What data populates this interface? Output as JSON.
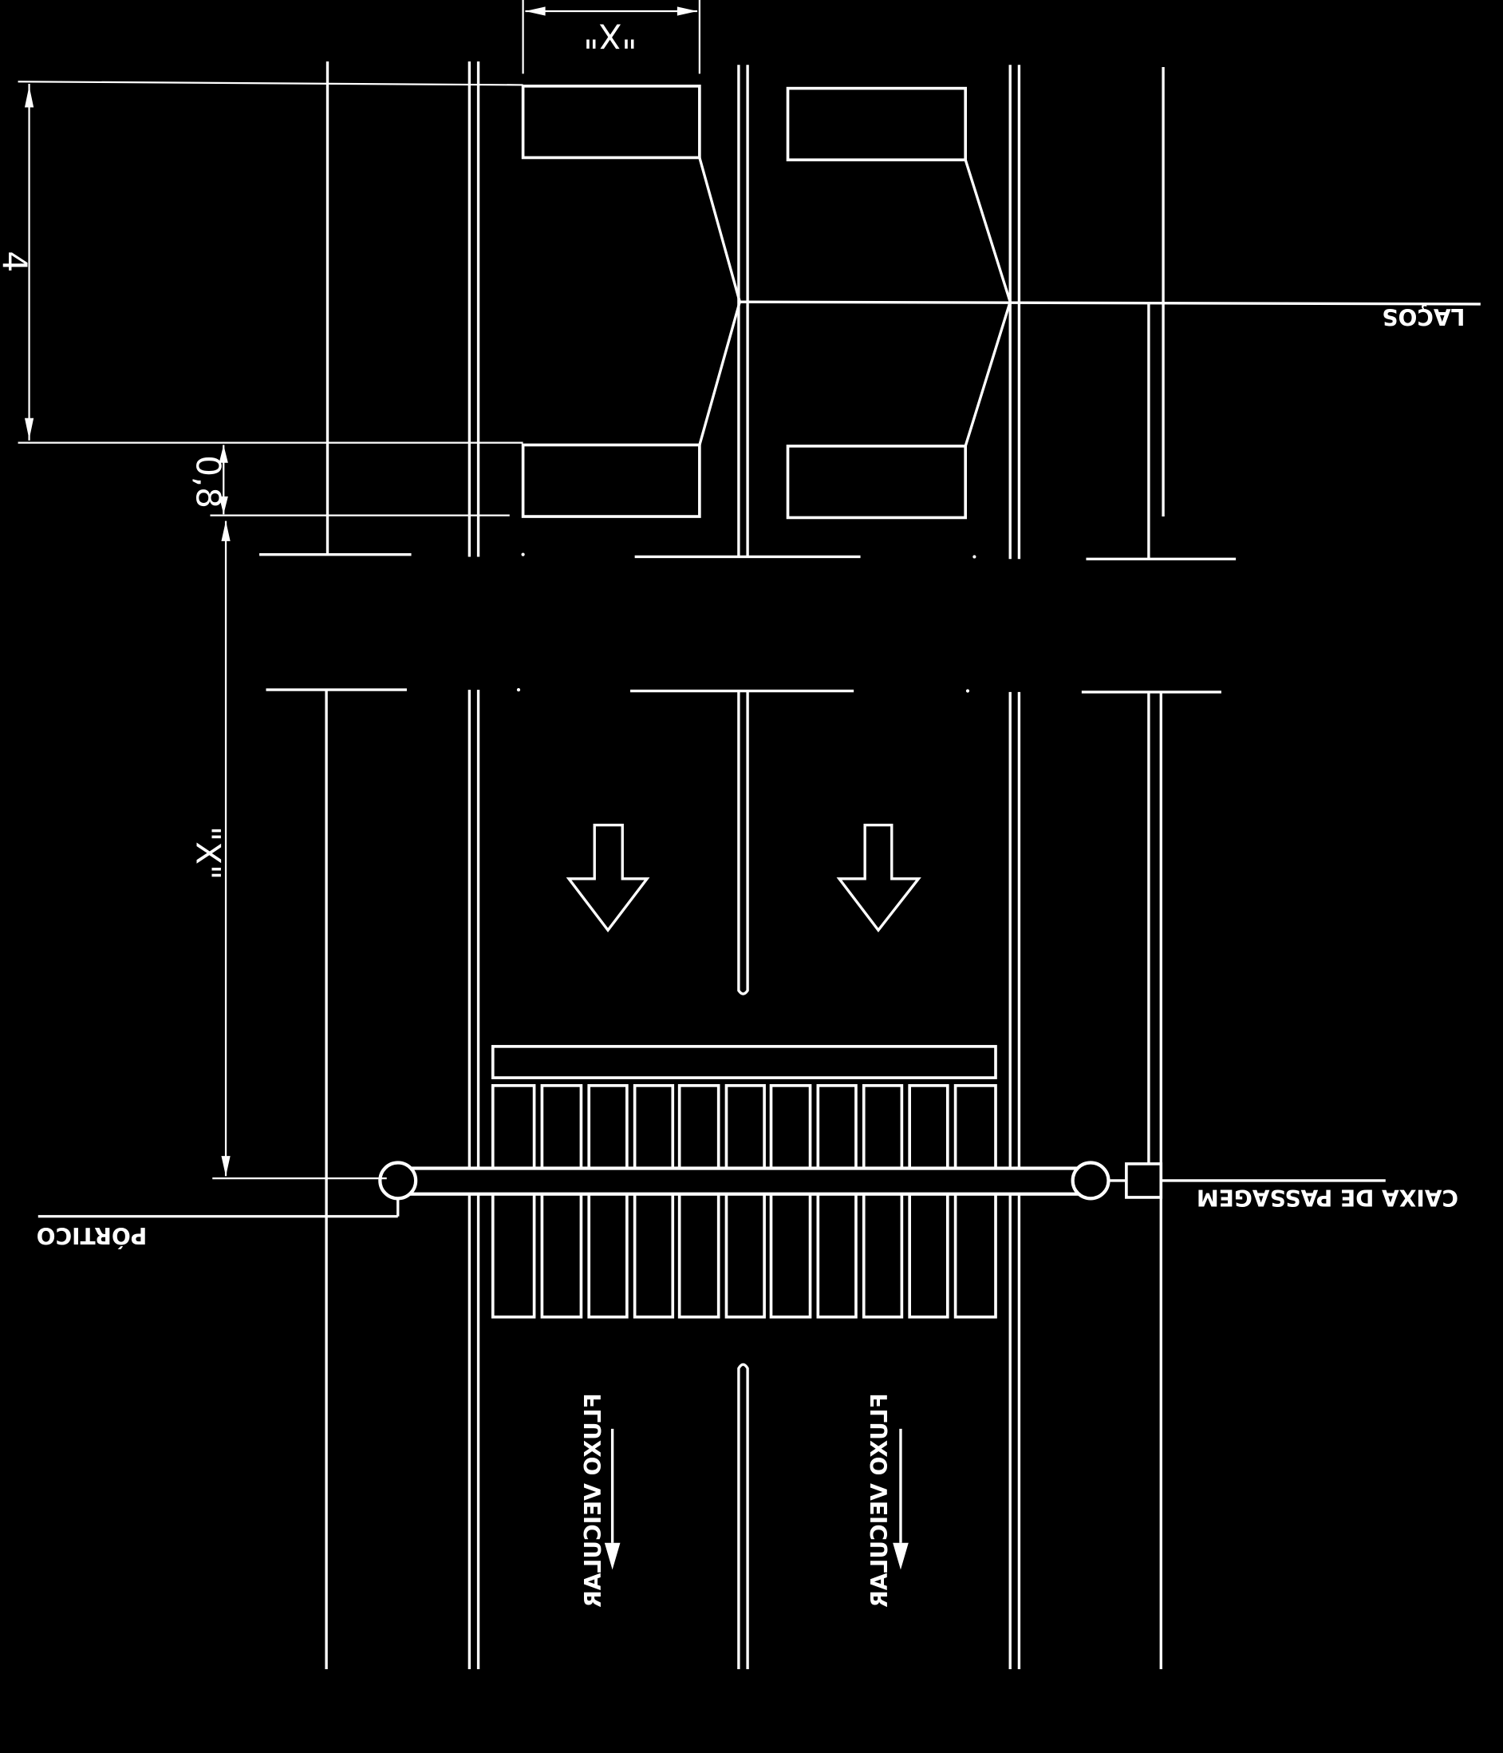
{
  "labels": {
    "lacos": "LAÇOS",
    "caixa": "CAIXA DE PASSAGEM",
    "portico": "PÓRTICO",
    "fluxo1": "FLUXO VEICULAR",
    "fluxo2": "FLUXO VEICULAR"
  },
  "dimensions": {
    "top_x": "\"X\"",
    "left_len": "4",
    "gap": "0,8",
    "side_x": "\"X\""
  },
  "colors": {
    "background": "#000000",
    "stroke": "#ffffff"
  }
}
